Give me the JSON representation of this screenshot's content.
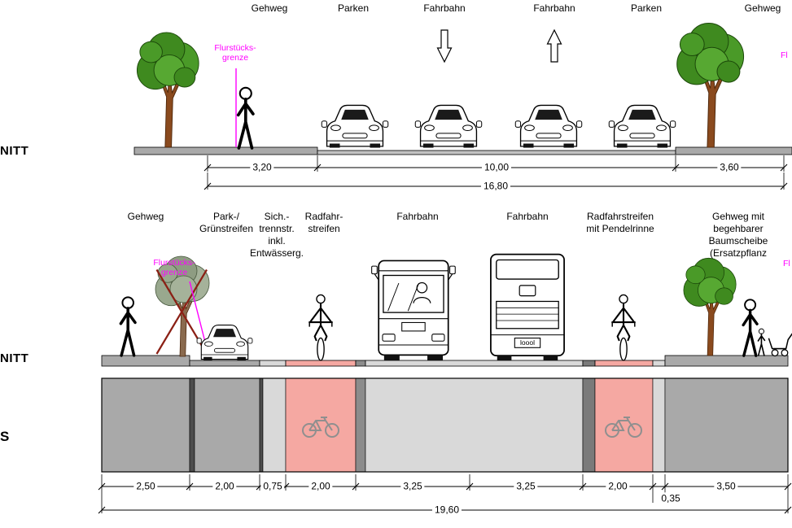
{
  "colors": {
    "magenta": "#ff00ff",
    "bike_pink": "#f5a8a2",
    "gray_sidewalk": "#a9a9a9",
    "gray_road": "#d9d9d9",
    "gray_dark": "#4d4d4d",
    "gray_mid": "#8c8c8c",
    "gray_rinne": "#7a7a7a",
    "road_top_gray": "#c2c2c2"
  },
  "margin_labels": {
    "top": "NITT",
    "middle": "NITT",
    "plan": "S"
  },
  "top_section": {
    "zones": [
      "Gehweg",
      "Parken",
      "Fahrbahn",
      "Fahrbahn",
      "Parken",
      "Gehweg"
    ],
    "boundary_label": "Flurstücks-\ngrenze",
    "boundary_right_fragment": "Fl",
    "dims": [
      "3,20",
      "10,00",
      "3,60"
    ],
    "total": "16,80"
  },
  "bottom_section": {
    "zones": [
      "Gehweg",
      "Park-/\nGrünstreifen",
      "Sich.-\ntrennstr.\ninkl.\nEntwässerg.",
      "Radfahr-\nstreifen",
      "Fahrbahn",
      "Fahrbahn",
      "Radfahrstreifen\nmit Pendelrinne",
      "Gehweg mit begehbarer\nBaumscheibe (Ersatzpflanz"
    ],
    "boundary_label": "Flurstücks-\ngrenze",
    "boundary_right_fragment": "Fl",
    "bus_plate": "loool",
    "dims": [
      "2,50",
      "2,00",
      "0,75",
      "2,00",
      "3,25",
      "3,25",
      "2,00",
      "3,50"
    ],
    "dim_small": "0,35",
    "total": "19,60"
  }
}
